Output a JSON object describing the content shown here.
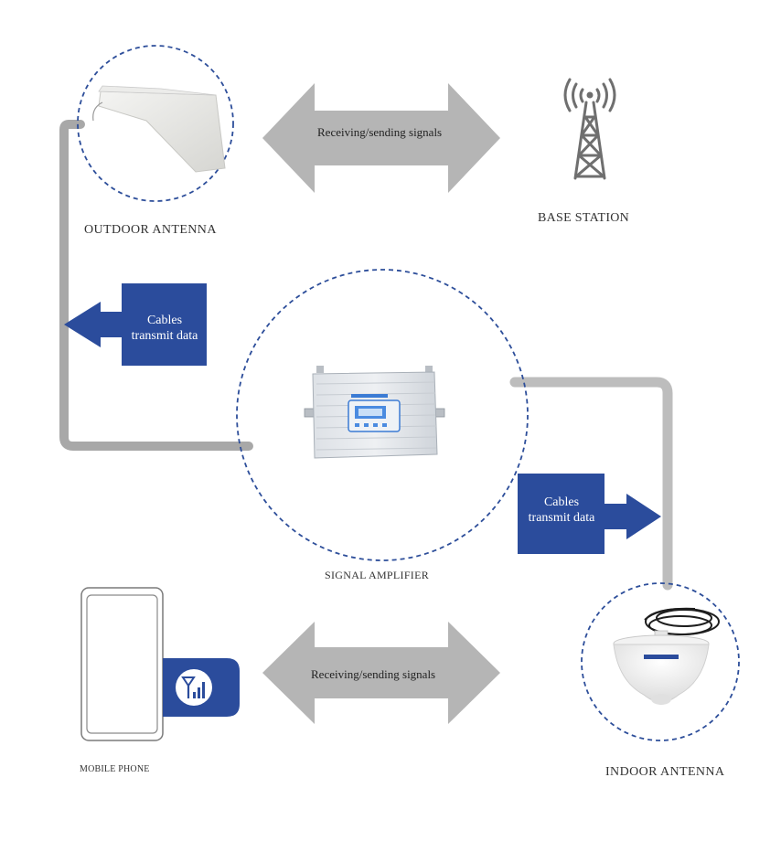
{
  "labels": {
    "outdoor_antenna": "OUTDOOR ANTENNA",
    "base_station": "BASE STATION",
    "signal_amplifier": "SIGNAL AMPLIFIER",
    "mobile_phone": "MOBILE PHONE",
    "indoor_antenna": "INDOOR ANTENNA"
  },
  "arrows": {
    "top": "Receiving/sending signals",
    "bottom": "Receiving/sending signals"
  },
  "cables": {
    "upper_line1": "Cables",
    "upper_line2": "transmit data",
    "lower_line1": "Cables",
    "lower_line2": "transmit data"
  },
  "colors": {
    "accent_blue": "#2b4c9c",
    "arrow_gray": "#b3b3b3",
    "cable_gray": "#a7a7a7",
    "dashed_circle": "#2d4e9a"
  }
}
